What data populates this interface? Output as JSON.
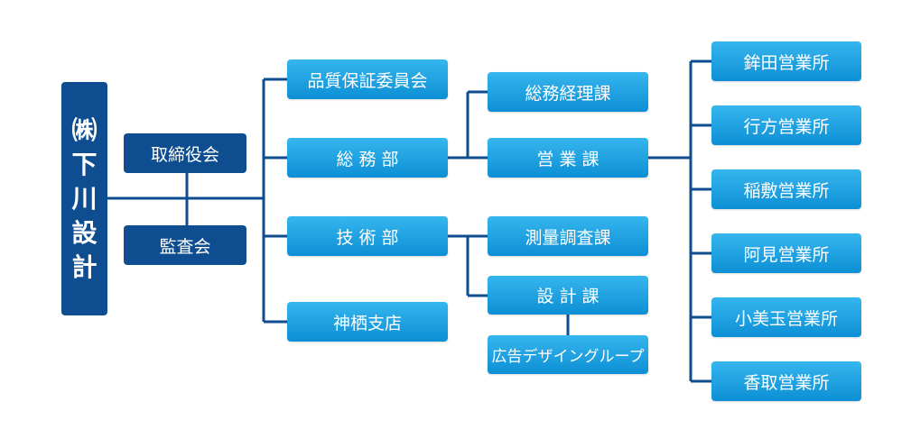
{
  "company": {
    "lines": [
      "㈱",
      "下",
      "川",
      "設",
      "計"
    ]
  },
  "governance": {
    "board": "取締役会",
    "audit": "監査会"
  },
  "divisions": {
    "quality": "品質保証委員会",
    "general_affairs": "総 務 部",
    "engineering": "技 術 部",
    "kamisu_branch": "神栖支店"
  },
  "sections": {
    "general_accounting": "総務経理課",
    "sales": "営 業 課",
    "survey": "測量調査課",
    "design": "設 計 課",
    "ad_design_group": "広告デザイングループ"
  },
  "offices": [
    "鉾田営業所",
    "行方営業所",
    "稲敷営業所",
    "阿見営業所",
    "小美玉営業所",
    "香取営業所"
  ],
  "colors": {
    "line": "#0d4d90",
    "light_box": "#1aa3e4",
    "dark_box": "#0d4d90"
  }
}
